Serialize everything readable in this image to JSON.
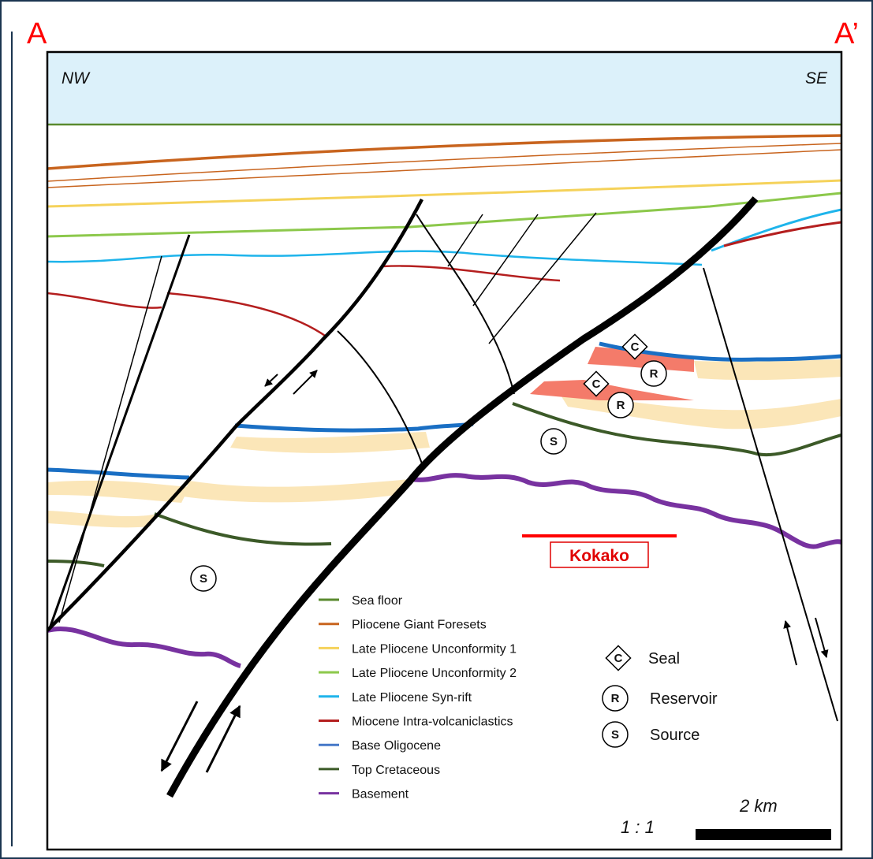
{
  "corner_labels": {
    "left": "A",
    "right": "A’"
  },
  "directions": {
    "left": "NW",
    "right": "SE"
  },
  "kokako_label": "Kokako",
  "legend": {
    "horizons": [
      {
        "label": "Sea floor",
        "color": "#5a8a2e"
      },
      {
        "label": "Pliocene Giant Foresets",
        "color": "#c8641e"
      },
      {
        "label": "Late Pliocene Unconformity 1",
        "color": "#f5d25a"
      },
      {
        "label": "Late Pliocene Unconformity 2",
        "color": "#8cc84b"
      },
      {
        "label": "Late Pliocene Syn-rift",
        "color": "#1eb4eb"
      },
      {
        "label": "Miocene Intra-volcaniclastics",
        "color": "#b41e1e"
      },
      {
        "label": "Base Oligocene",
        "color": "#4678c8"
      },
      {
        "label": "Top Cretaceous",
        "color": "#3c5a28"
      },
      {
        "label": "Basement",
        "color": "#7832a0"
      }
    ],
    "elements": [
      {
        "symbol": "C",
        "shape": "diamond",
        "label": "Seal"
      },
      {
        "symbol": "R",
        "shape": "circle",
        "label": "Reservoir"
      },
      {
        "symbol": "S",
        "shape": "circle",
        "label": "Source"
      }
    ]
  },
  "map_symbols": {
    "seal": "C",
    "reservoir": "R",
    "source": "S"
  },
  "scale": {
    "ratio": "1 : 1",
    "bar": "2 km"
  }
}
